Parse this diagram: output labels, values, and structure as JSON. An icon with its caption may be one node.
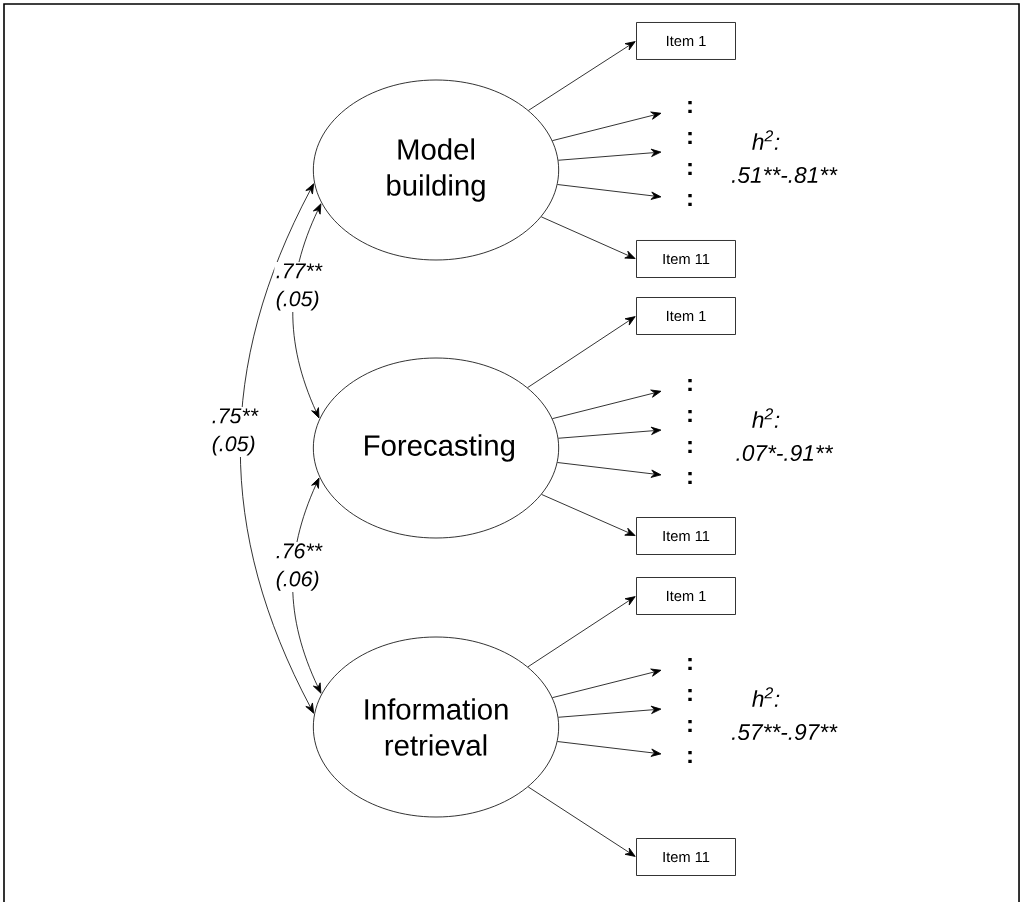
{
  "diagram": {
    "nodes": [
      {
        "text": [
          "Model building"
        ]
      },
      {
        "text": [
          "Item 1"
        ]
      },
      {
        "text": [
          "Item 11"
        ]
      },
      {
        "text": [
          "Forecasting"
        ]
      },
      {
        "text": [
          "Item 1"
        ]
      },
      {
        "text": [
          "Item 11"
        ]
      },
      {
        "text": [
          "Information retrieval"
        ]
      },
      {
        "text": [
          "Item 1"
        ]
      },
      {
        "text": [
          "Item 11"
        ]
      }
    ],
    "edges": [
      {
        "from": 0,
        "to": 1,
        "arrow": "to"
      },
      {
        "from": 0,
        "to": null,
        "arrow": "to"
      },
      {
        "from": 0,
        "to": null,
        "arrow": "to"
      },
      {
        "from": 0,
        "to": null,
        "arrow": "to"
      },
      {
        "from": 0,
        "to": 2,
        "arrow": "to"
      },
      {
        "from": 3,
        "to": 4,
        "arrow": "to"
      },
      {
        "from": 3,
        "to": null,
        "arrow": "to"
      },
      {
        "from": 3,
        "to": null,
        "arrow": "to"
      },
      {
        "from": 3,
        "to": null,
        "arrow": "to"
      },
      {
        "from": 3,
        "to": 5,
        "arrow": "to"
      },
      {
        "from": 6,
        "to": 7,
        "arrow": "to"
      },
      {
        "from": 6,
        "to": null,
        "arrow": "to"
      },
      {
        "from": 6,
        "to": null,
        "arrow": "to"
      },
      {
        "from": 6,
        "to": null,
        "arrow": "to"
      },
      {
        "from": 6,
        "to": 8,
        "arrow": "to"
      },
      {
        "from": 0,
        "to": 3,
        "arrow": "both",
        "label": ".77** (.05)"
      },
      {
        "from": 0,
        "to": 6,
        "arrow": "both",
        "label": ".75** (.05)"
      },
      {
        "from": 3,
        "to": 6,
        "arrow": "both",
        "label": ".76** (.06)"
      }
    ],
    "labels": [
      ":",
      ":",
      ":",
      ":",
      "h$^{2}$:",
      ".51**-.81**",
      ":",
      ":",
      ":",
      ":",
      "h$^{2}$:",
      ".07*-.91**",
      ":",
      ":",
      ":",
      ":",
      "h$^{2}$:",
      ".57**-.97**"
    ]
  }
}
